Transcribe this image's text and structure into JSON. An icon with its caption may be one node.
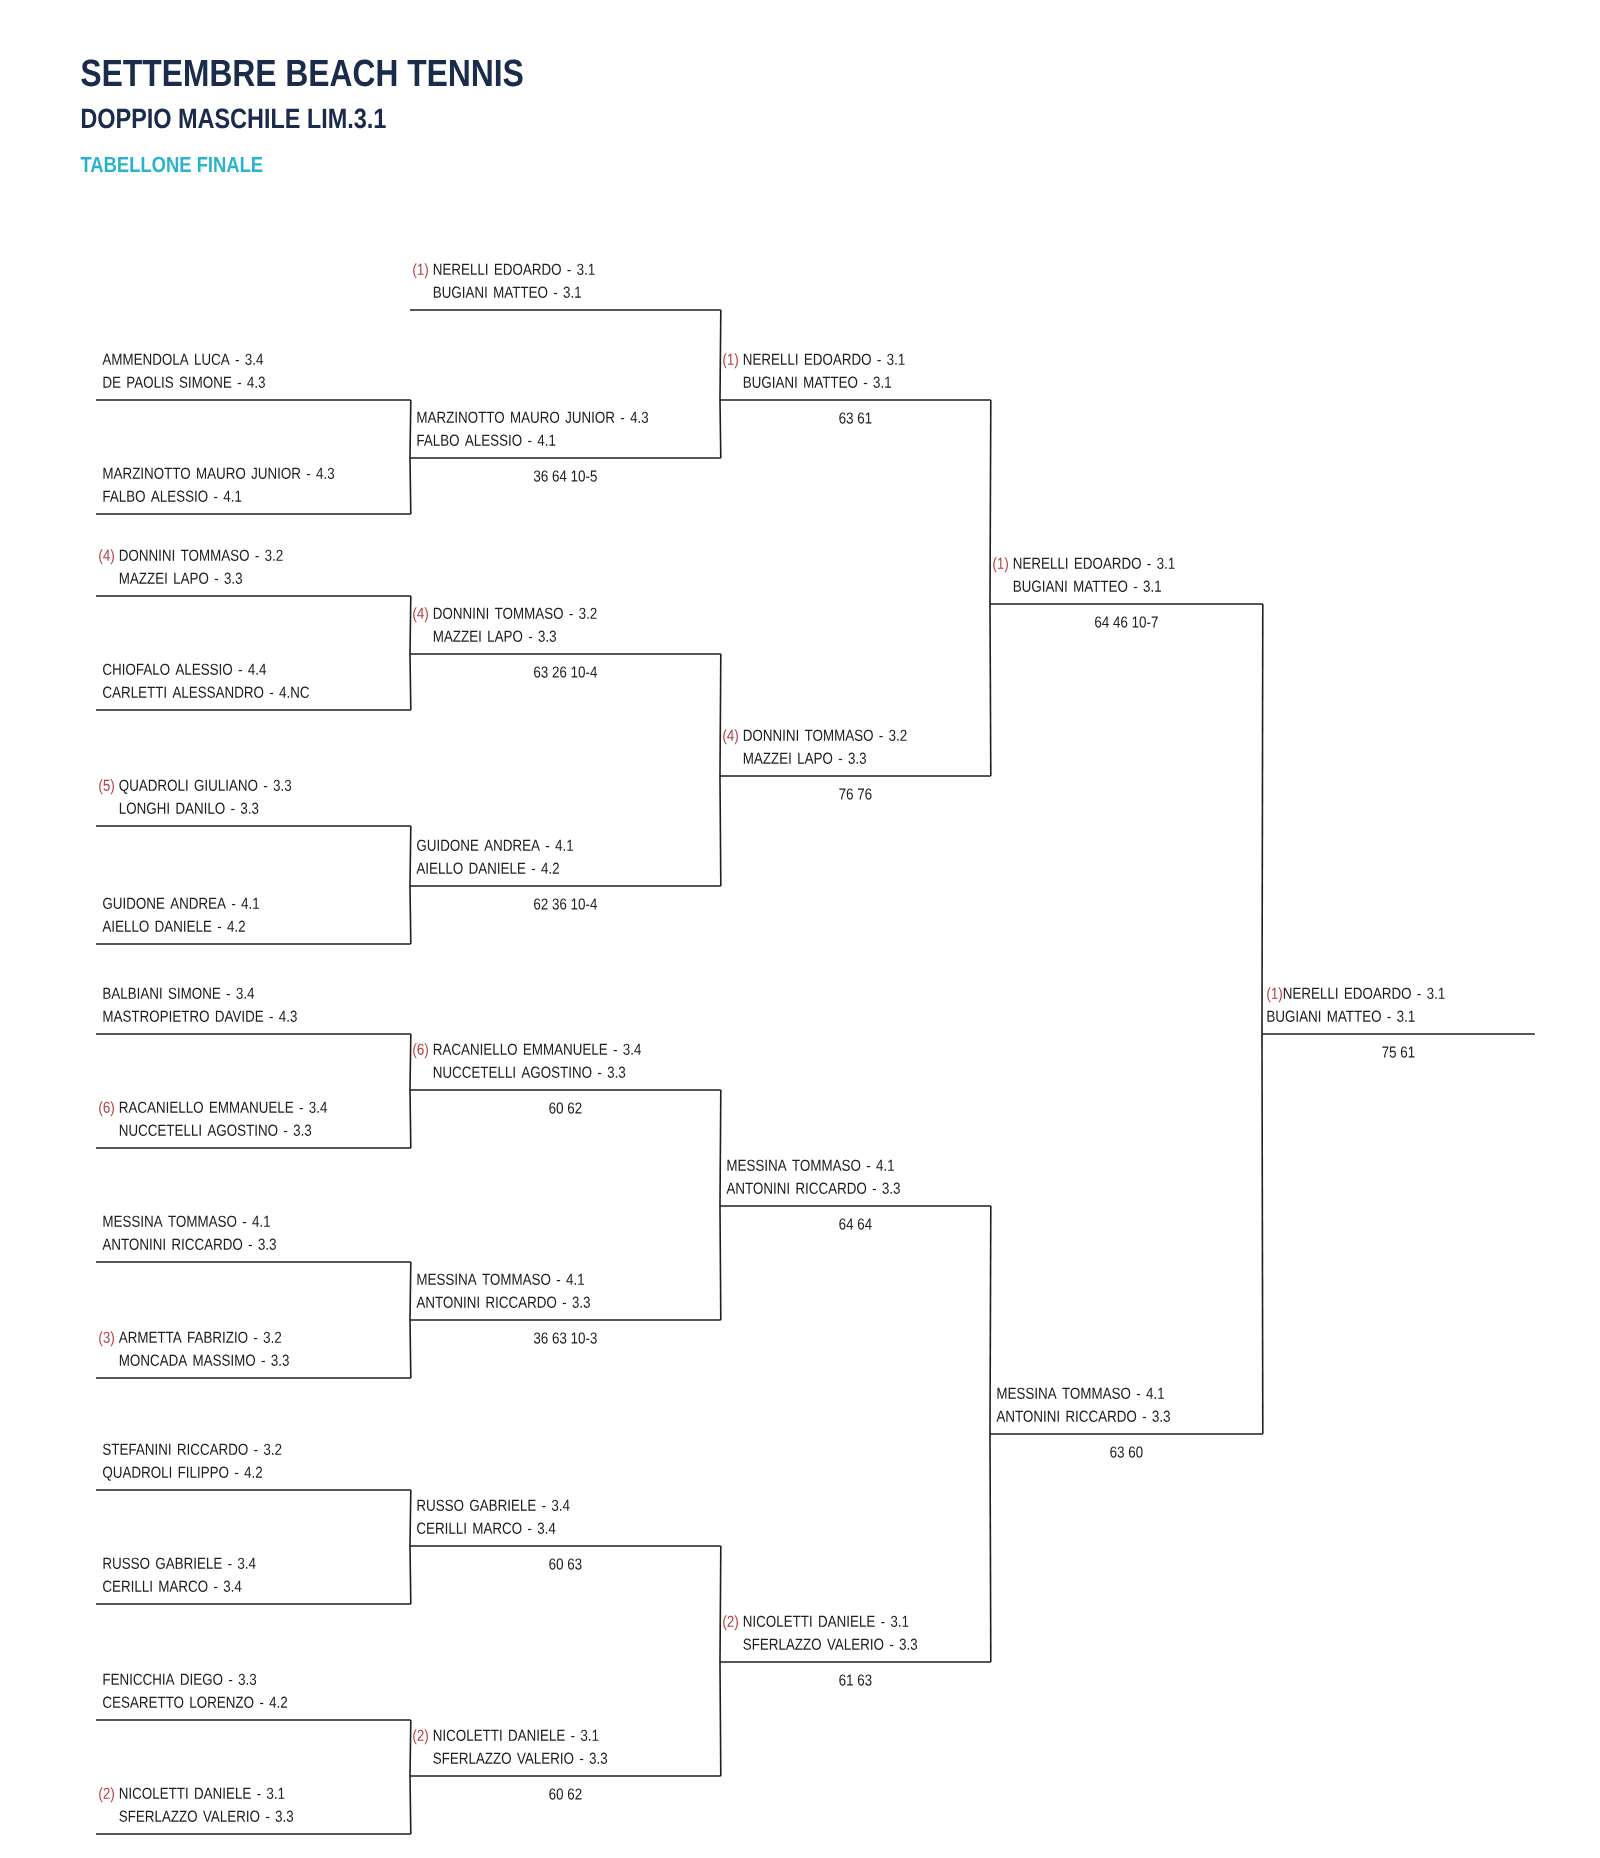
{
  "diagram": {
    "title": "SETTEMBRE BEACH TENNIS",
    "labels": [
      "DOPPIO MASCHILE LIM.3.1",
      "TABELLONE FINALE"
    ],
    "nodes": [
      {
        "text": [
          "AMMENDOLA LUCA - 3.4",
          "DE PAOLIS SIMONE - 4.3"
        ]
      },
      {
        "text": [
          "MARZINOTTO MAURO JUNIOR - 4.3",
          "FALBO ALESSIO - 4.1"
        ]
      },
      {
        "text": [
          "(4)",
          "DONNINI TOMMASO - 3.2",
          "MAZZEI LAPO - 3.3"
        ]
      },
      {
        "text": [
          "CHIOFALO ALESSIO - 4.4",
          "CARLETTI ALESSANDRO - 4.NC"
        ]
      },
      {
        "text": [
          "(5)",
          "QUADROLI GIULIANO - 3.3",
          "LONGHI DANILO - 3.3"
        ]
      },
      {
        "text": [
          "GUIDONE ANDREA - 4.1",
          "AIELLO DANIELE - 4.2"
        ]
      },
      {
        "text": [
          "BALBIANI SIMONE - 3.4",
          "MASTROPIETRO DAVIDE - 4.3"
        ]
      },
      {
        "text": [
          "(6)",
          "RACANIELLO EMMANUELE - 3.4",
          "NUCCETELLI AGOSTINO - 3.3"
        ]
      },
      {
        "text": [
          "MESSINA TOMMASO - 4.1",
          "ANTONINI RICCARDO - 3.3"
        ]
      },
      {
        "text": [
          "(3)",
          "ARMETTA FABRIZIO - 3.2",
          "MONCADA MASSIMO - 3.3"
        ]
      },
      {
        "text": [
          "STEFANINI RICCARDO - 3.2",
          "QUADROLI FILIPPO - 4.2"
        ]
      },
      {
        "text": [
          "RUSSO GABRIELE - 3.4",
          "CERILLI MARCO - 3.4"
        ]
      },
      {
        "text": [
          "FENICCHIA DIEGO - 3.3",
          "CESARETTO LORENZO - 4.2"
        ]
      },
      {
        "text": [
          "(2)",
          "NICOLETTI DANIELE - 3.1",
          "SFERLAZZO VALERIO - 3.3"
        ]
      },
      {
        "text": [
          "(1)",
          "NERELLI EDOARDO - 3.1",
          "BUGIANI MATTEO - 3.1"
        ]
      },
      {
        "text": [
          "MARZINOTTO MAURO JUNIOR - 4.3",
          "FALBO ALESSIO - 4.1"
        ],
        "beside": [
          "36 64 10-5"
        ]
      },
      {
        "text": [
          "(4)",
          "DONNINI TOMMASO - 3.2",
          "MAZZEI LAPO - 3.3"
        ],
        "beside": [
          "63 26 10-4"
        ]
      },
      {
        "text": [
          "GUIDONE ANDREA - 4.1",
          "AIELLO DANIELE - 4.2"
        ],
        "beside": [
          "62 36 10-4"
        ]
      },
      {
        "text": [
          "(6)",
          "RACANIELLO EMMANUELE - 3.4",
          "NUCCETELLI AGOSTINO - 3.3"
        ],
        "beside": [
          "60 62"
        ]
      },
      {
        "text": [
          "MESSINA TOMMASO - 4.1",
          "ANTONINI RICCARDO - 3.3"
        ],
        "beside": [
          "36 63 10-3"
        ]
      },
      {
        "text": [
          "RUSSO GABRIELE - 3.4",
          "CERILLI MARCO - 3.4"
        ],
        "beside": [
          "60 63"
        ]
      },
      {
        "text": [
          "(2)",
          "NICOLETTI DANIELE - 3.1",
          "SFERLAZZO VALERIO - 3.3"
        ],
        "beside": [
          "60 62"
        ]
      },
      {
        "text": [
          "(1)",
          "NERELLI EDOARDO - 3.1",
          "BUGIANI MATTEO - 3.1"
        ],
        "beside": [
          "63 61"
        ]
      },
      {
        "text": [
          "(4)",
          "DONNINI TOMMASO - 3.2",
          "MAZZEI LAPO - 3.3"
        ],
        "beside": [
          "76 76"
        ]
      },
      {
        "text": [
          "MESSINA TOMMASO - 4.1",
          "ANTONINI RICCARDO - 3.3"
        ],
        "beside": [
          "64 64"
        ]
      },
      {
        "text": [
          "(2)",
          "NICOLETTI DANIELE - 3.1",
          "SFERLAZZO VALERIO - 3.3"
        ],
        "beside": [
          "61 63"
        ]
      },
      {
        "text": [
          "(1)",
          "NERELLI EDOARDO - 3.1",
          "BUGIANI MATTEO - 3.1"
        ],
        "beside": [
          "64 46 10-7"
        ]
      },
      {
        "text": [
          "MESSINA TOMMASO - 4.1",
          "ANTONINI RICCARDO - 3.3"
        ],
        "beside": [
          "63 60"
        ]
      },
      {
        "text": [
          "(1)",
          "NERELLI EDOARDO - 3.1",
          "BUGIANI MATTEO - 3.1"
        ],
        "beside": [
          "75 61"
        ]
      }
    ],
    "edges": [
      {
        "from": 0,
        "to": 15,
        "arrow": "none"
      },
      {
        "from": 1,
        "to": 15,
        "arrow": "none"
      },
      {
        "from": 2,
        "to": 16,
        "arrow": "none"
      },
      {
        "from": 3,
        "to": 16,
        "arrow": "none"
      },
      {
        "from": 4,
        "to": 17,
        "arrow": "none"
      },
      {
        "from": 5,
        "to": 17,
        "arrow": "none"
      },
      {
        "from": 6,
        "to": 18,
        "arrow": "none"
      },
      {
        "from": 7,
        "to": 18,
        "arrow": "none"
      },
      {
        "from": 8,
        "to": 19,
        "arrow": "none"
      },
      {
        "from": 9,
        "to": 19,
        "arrow": "none"
      },
      {
        "from": 10,
        "to": 20,
        "arrow": "none"
      },
      {
        "from": 11,
        "to": 20,
        "arrow": "none"
      },
      {
        "from": 12,
        "to": 21,
        "arrow": "none"
      },
      {
        "from": 13,
        "to": 21,
        "arrow": "none"
      },
      {
        "from": 14,
        "to": 22,
        "arrow": "none"
      },
      {
        "from": 15,
        "to": 22,
        "arrow": "none"
      },
      {
        "from": 16,
        "to": 23,
        "arrow": "none"
      },
      {
        "from": 17,
        "to": 23,
        "arrow": "none"
      },
      {
        "from": 18,
        "to": 24,
        "arrow": "none"
      },
      {
        "from": 19,
        "to": 24,
        "arrow": "none"
      },
      {
        "from": 20,
        "to": 25,
        "arrow": "none"
      },
      {
        "from": 21,
        "to": 25,
        "arrow": "none"
      },
      {
        "from": 22,
        "to": 26,
        "arrow": "none"
      },
      {
        "from": 23,
        "to": 26,
        "arrow": "none"
      },
      {
        "from": 24,
        "to": 27,
        "arrow": "none"
      },
      {
        "from": 25,
        "to": 27,
        "arrow": "none"
      },
      {
        "from": 26,
        "to": 28,
        "arrow": "none"
      },
      {
        "from": 27,
        "to": 28,
        "arrow": "none"
      }
    ]
  }
}
